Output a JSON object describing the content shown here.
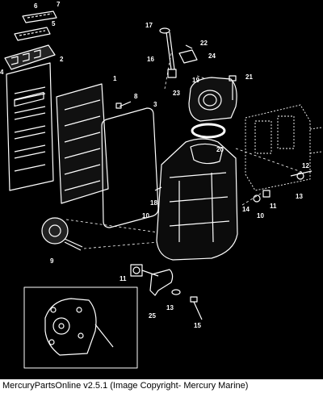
{
  "diagram": {
    "callouts": {
      "c1": "1",
      "c2": "2",
      "c3": "3",
      "c4": "4",
      "c5": "5",
      "c6": "6",
      "c7": "7",
      "c8": "8",
      "c9": "9",
      "c10a": "10",
      "c10b": "10",
      "c11a": "11",
      "c11b": "11",
      "c12": "12",
      "c13a": "13",
      "c13b": "13",
      "c14": "14",
      "c15": "15",
      "c16": "16",
      "c17": "17",
      "c18": "18",
      "c19": "19",
      "c20": "20",
      "c21": "21",
      "c22": "22",
      "c23": "23",
      "c24": "24",
      "c25": "25"
    }
  },
  "footer": {
    "text": "MercuryPartsOnline v2.5.1 (Image Copyright- Mercury Marine)"
  },
  "colors": {
    "background": "#000000",
    "line": "#ffffff",
    "footer_bg": "#ffffff",
    "footer_text": "#000000"
  }
}
